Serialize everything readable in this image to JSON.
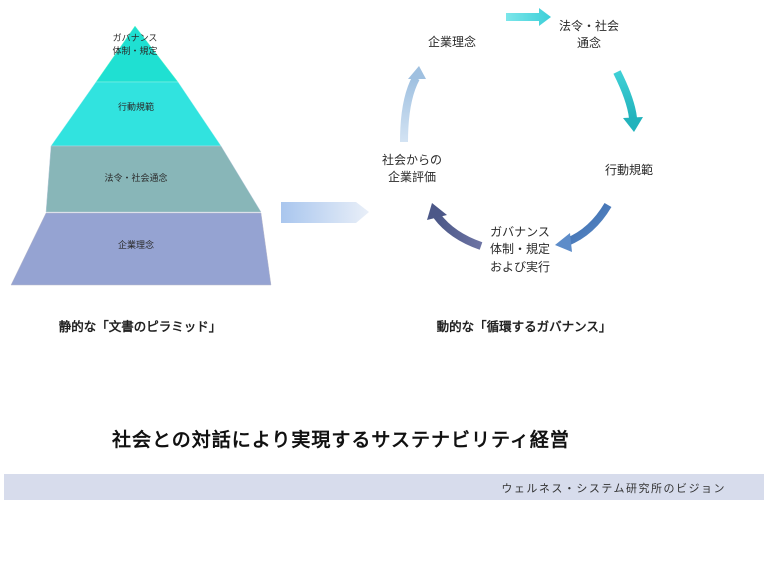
{
  "pyramid": {
    "caption": "静的な「文書のピラミッド」",
    "tiers": [
      {
        "label_lines": [
          "ガバナンス",
          "体制・規定"
        ],
        "color": "#1fe0d2"
      },
      {
        "label_lines": [
          "行動規範"
        ],
        "color": "#31e3df"
      },
      {
        "label_lines": [
          "法令・社会通念"
        ],
        "color": "#88b6b8"
      },
      {
        "label_lines": [
          "企業理念"
        ],
        "color": "#95a3d2"
      }
    ]
  },
  "cycle": {
    "caption": "動的な「循環するガバナンス」",
    "nodes": [
      {
        "id": "rinen",
        "label_lines": [
          "企業理念"
        ]
      },
      {
        "id": "hourei",
        "label_lines": [
          "法令・社会",
          "通念"
        ]
      },
      {
        "id": "koudou",
        "label_lines": [
          "行動規範"
        ]
      },
      {
        "id": "governance",
        "label_lines": [
          "ガバナンス",
          "体制・規定",
          "および実行"
        ]
      },
      {
        "id": "hyouka",
        "label_lines": [
          "社会からの",
          "企業評価"
        ]
      }
    ],
    "arrow_colors": {
      "top": "#4ad8df",
      "right": "#26bfc6",
      "bottom_right": "#3f6fae",
      "bottom_left": "#5b6595",
      "left": "#a8c8e4"
    }
  },
  "headline": "社会との対話により実現するサステナビリティ経営",
  "footer": {
    "text": "ウェルネス・システム研究所のビジョン",
    "band_color": "#d7dcec"
  }
}
